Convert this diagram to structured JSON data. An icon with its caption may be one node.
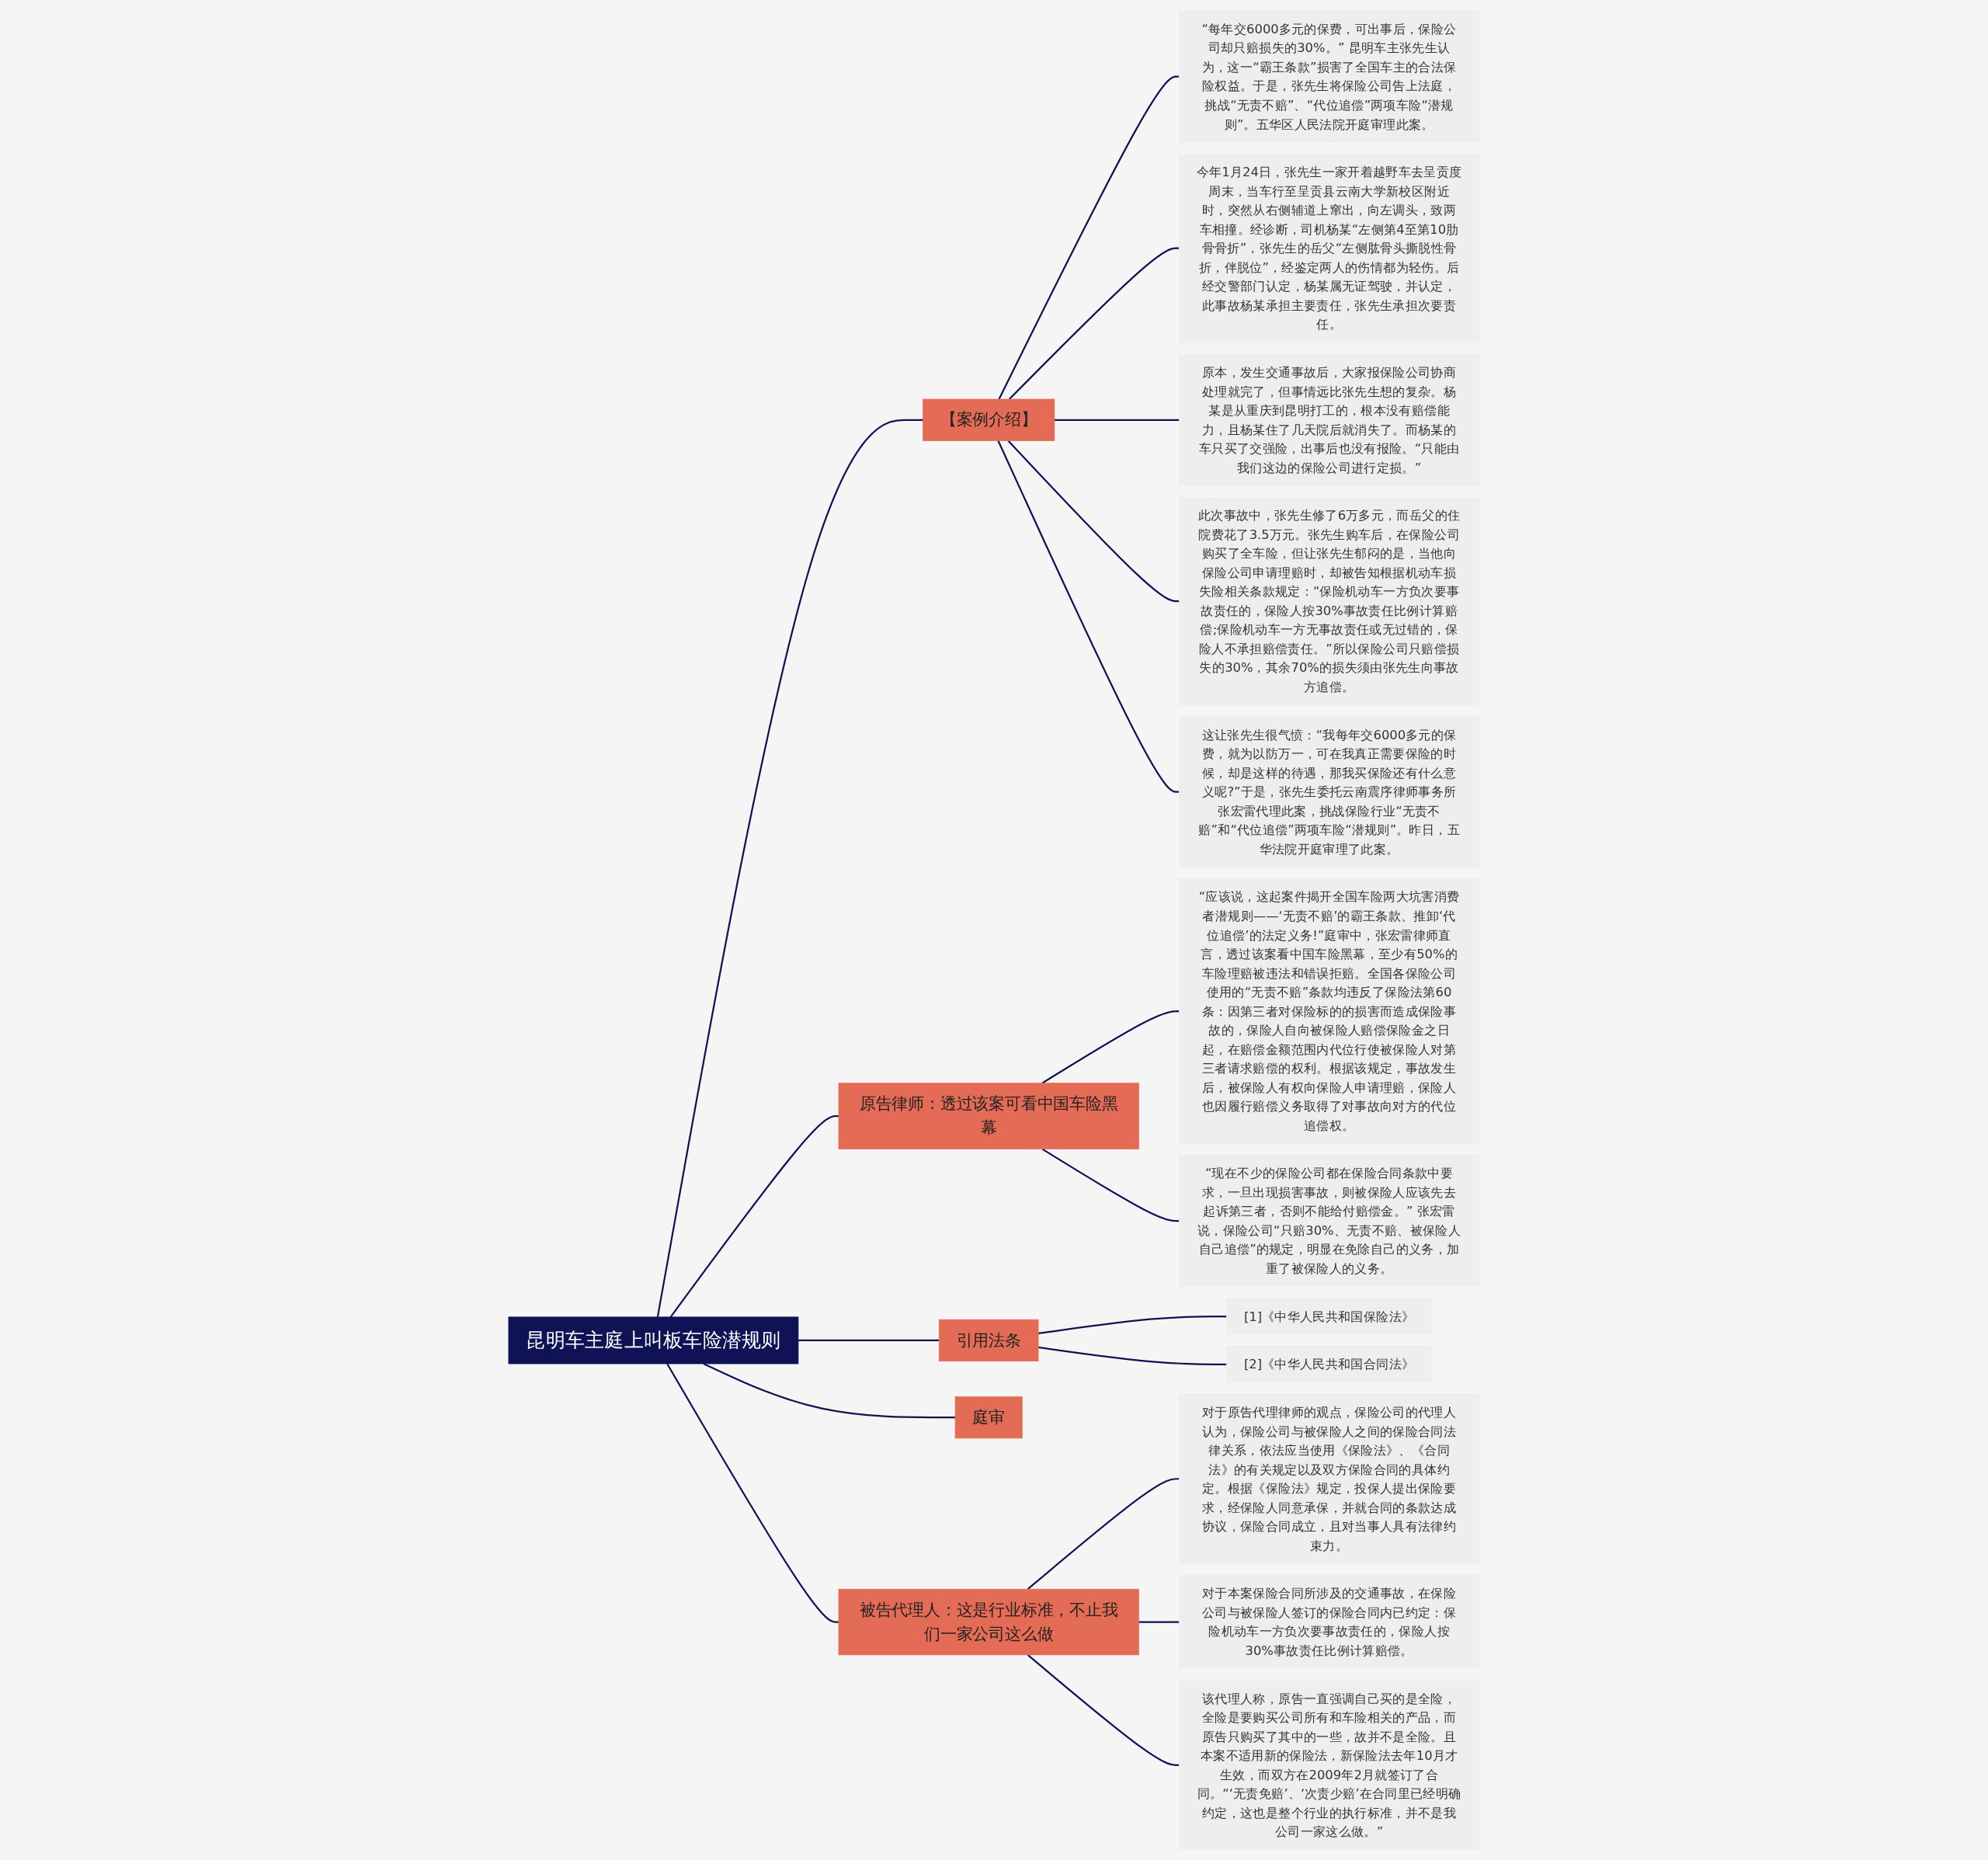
{
  "diagram": {
    "nodes": [
      {
        "text": [
          "昆明车主庭上叫板车险潜规则"
        ]
      },
      {
        "text": [
          "【案例介绍】"
        ]
      },
      {
        "text": [
          "“每年交6000多元的保费，可出事后，保险公司却只赔损失的30%。” 昆明车主张先生认为，这一“霸王条款”损害了全国车主的合法保险权益。于是，张先生将保险公司告上法庭，挑战“无责不赔”、“代位追偿”两项车险“潜规则”。五华区人民法院开庭审理此案。"
        ]
      },
      {
        "text": [
          "今年1月24日，张先生一家开着越野车去呈贡度周末，当车行至呈贡县云南大学新校区附近时，突然从右侧辅道上窜出，向左调头，致两车相撞。经诊断，司机杨某“左侧第4至第10肋骨骨折”，张先生的岳父“左侧肱骨头撕脱性骨折，伴脱位”，经鉴定两人的伤情都为轻伤。后经交警部门认定，杨某属无证驾驶，并认定，此事故杨某承担主要责任，张先生承担次要责任。"
        ]
      },
      {
        "text": [
          "原本，发生交通事故后，大家报保险公司协商处理就完了，但事情远比张先生想的复杂。杨某是从重庆到昆明打工的，根本没有赔偿能力，且杨某住了几天院后就消失了。而杨某的车只买了交强险，出事后也没有报险。“只能由我们这边的保险公司进行定损。”"
        ]
      },
      {
        "text": [
          "此次事故中，张先生修了6万多元，而岳父的住院费花了3.5万元。张先生购车后，在保险公司购买了全车险，但让张先生郁闷的是，当他向保险公司申请理赔时，却被告知根据机动车损失险相关条款规定：“保险机动车一方负次要事故责任的，保险人按30%事故责任比例计算赔偿;保险机动车一方无事故责任或无过错的，保险人不承担赔偿责任。”所以保险公司只赔偿损失的30%，其余70%的损失须由张先生向事故方追偿。"
        ]
      },
      {
        "text": [
          "这让张先生很气愤：“我每年交6000多元的保费，就为以防万一，可在我真正需要保险的时候，却是这样的待遇，那我买保险还有什么意义呢?”于是，张先生委托云南震序律师事务所张宏雷代理此案，挑战保险行业“无责不赔”和“代位追偿”两项车险“潜规则”。昨日，五华法院开庭审理了此案。"
        ]
      },
      {
        "text": [
          "原告律师：透过该案可看中国车险黑幕"
        ]
      },
      {
        "text": [
          "“应该说，这起案件揭开全国车险两大坑害消费者潜规则——‘无责不赔’的霸王条款、推卸‘代位追偿’的法定义务!”庭审中，张宏雷律师直言，透过该案看中国车险黑幕，至少有50%的车险理赔被违法和错误拒赔。全国各保险公司使用的“无责不赔”条款均违反了保险法第60条：因第三者对保险标的的损害而造成保险事故的，保险人自向被保险人赔偿保险金之日起，在赔偿金额范围内代位行使被保险人对第三者请求赔偿的权利。根据该规定，事故发生后，被保险人有权向保险人申请理赔，保险人也因履行赔偿义务取得了对事故向对方的代位追偿权。"
        ]
      },
      {
        "text": [
          "“现在不少的保险公司都在保险合同条款中要求，一旦出现损害事故，则被保险人应该先去起诉第三者，否则不能给付赔偿金。” 张宏雷说，保险公司“只赔30%、无责不赔、被保险人自己追偿”的规定，明显在免除自己的义务，加重了被保险人的义务。"
        ]
      },
      {
        "text": [
          "引用法条"
        ]
      },
      {
        "text": [
          "[1]《中华人民共和国保险法》"
        ]
      },
      {
        "text": [
          "[2]《中华人民共和国合同法》"
        ]
      },
      {
        "text": [
          "庭审"
        ]
      },
      {
        "text": [
          "被告代理人：这是行业标准，不止我们一家公司这么做"
        ]
      },
      {
        "text": [
          "对于原告代理律师的观点，保险公司的代理人认为，保险公司与被保险人之间的保险合同法律关系，依法应当使用《保险法》、《合同法》的有关规定以及双方保险合同的具体约定。根据《保险法》规定，投保人提出保险要求，经保险人同意承保，并就合同的条款达成协议，保险合同成立，且对当事人具有法律约束力。"
        ]
      },
      {
        "text": [
          "对于本案保险合同所涉及的交通事故，在保险公司与被保险人签订的保险合同内已约定：保险机动车一方负次要事故责任的，保险人按30%事故责任比例计算赔偿。"
        ]
      },
      {
        "text": [
          "该代理人称，原告一直强调自己买的是全险，全险是要购买公司所有和车险相关的产品，而原告只购买了其中的一些，故并不是全险。且本案不适用新的保险法，新保险法去年10月才生效，而双方在2009年2月就签订了合同。“‘无责免赔’、‘次责少赔’在合同里已经明确约定，这也是整个行业的执行标准，并不是我公司一家这么做。”"
        ]
      }
    ],
    "edges": [
      {
        "from": 0,
        "to": 1,
        "arrow": "none"
      },
      {
        "from": 1,
        "to": 2,
        "arrow": "none"
      },
      {
        "from": 1,
        "to": 3,
        "arrow": "none"
      },
      {
        "from": 1,
        "to": 4,
        "arrow": "none"
      },
      {
        "from": 1,
        "to": 5,
        "arrow": "none"
      },
      {
        "from": 1,
        "to": 6,
        "arrow": "none"
      },
      {
        "from": 0,
        "to": 7,
        "arrow": "none"
      },
      {
        "from": 7,
        "to": 8,
        "arrow": "none"
      },
      {
        "from": 7,
        "to": 9,
        "arrow": "none"
      },
      {
        "from": 0,
        "to": 10,
        "arrow": "none"
      },
      {
        "from": 10,
        "to": 11,
        "arrow": "none"
      },
      {
        "from": 10,
        "to": 12,
        "arrow": "none"
      },
      {
        "from": 0,
        "to": 13,
        "arrow": "none"
      },
      {
        "from": 0,
        "to": 14,
        "arrow": "none"
      },
      {
        "from": 14,
        "to": 15,
        "arrow": "none"
      },
      {
        "from": 14,
        "to": 16,
        "arrow": "none"
      },
      {
        "from": 14,
        "to": 17,
        "arrow": "none"
      }
    ]
  }
}
